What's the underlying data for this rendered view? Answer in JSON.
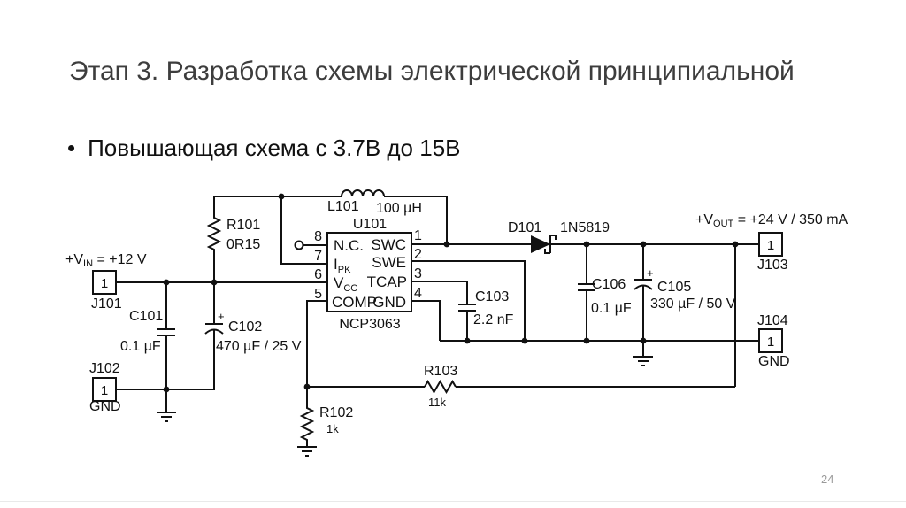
{
  "slide": {
    "title": "Этап 3. Разработка схемы электрической принципиальной",
    "bullet_marker": "•",
    "bullet_text": "Повышающая схема с 3.7В до 15В",
    "page_number": "24"
  },
  "schematic": {
    "input": {
      "label_pre": "+V",
      "label_sub": "IN",
      "label_post": " = +12 V"
    },
    "output": {
      "label_pre": "+V",
      "label_sub": "OUT",
      "label_post": " = +24 V / 350 mA"
    },
    "connectors": {
      "j101": {
        "pin": "1",
        "ref": "J101"
      },
      "j102": {
        "pin": "1",
        "ref": "J102",
        "net": "GND"
      },
      "j103": {
        "pin": "1",
        "ref": "J103"
      },
      "j104": {
        "pin": "1",
        "ref": "J104",
        "net": "GND"
      }
    },
    "inductor": {
      "ref": "L101",
      "value": "100 µH"
    },
    "ic": {
      "ref": "U101",
      "part": "NCP3063",
      "pins": {
        "p8": {
          "num": "8",
          "name": "N.C."
        },
        "p7": {
          "num": "7",
          "name_pre": "I",
          "name_sub": "PK"
        },
        "p6": {
          "num": "6",
          "name_pre": "V",
          "name_sub": "CC"
        },
        "p5": {
          "num": "5",
          "name": "COMP"
        },
        "p1": {
          "num": "1",
          "name": "SWC"
        },
        "p2": {
          "num": "2",
          "name": "SWE"
        },
        "p3": {
          "num": "3",
          "name": "TCAP"
        },
        "p4": {
          "num": "4",
          "name": "GND"
        }
      }
    },
    "resistors": {
      "r101": {
        "ref": "R101",
        "value": "0R15"
      },
      "r102": {
        "ref": "R102",
        "value": "1k"
      },
      "r103": {
        "ref": "R103",
        "value": "11k"
      }
    },
    "capacitors": {
      "c101": {
        "ref": "C101",
        "value": "0.1 µF"
      },
      "c102": {
        "ref": "C102",
        "value": "470 µF / 25 V",
        "polarity": "+"
      },
      "c103": {
        "ref": "C103",
        "value": "2.2 nF"
      },
      "c105": {
        "ref": "C105",
        "value": "330 µF / 50 V",
        "polarity": "+"
      },
      "c106": {
        "ref": "C106",
        "value": "0.1 µF"
      }
    },
    "diode": {
      "ref": "D101",
      "part": "1N5819"
    }
  }
}
